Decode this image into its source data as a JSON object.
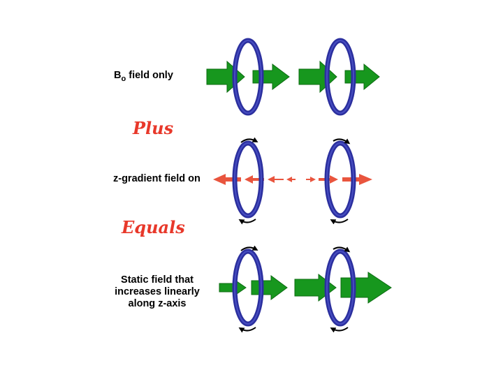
{
  "rows": [
    {
      "label_main": "B",
      "label_sub": "o",
      "label_rest": " field only"
    },
    {
      "label": "z-gradient field on"
    },
    {
      "lines": [
        "Static field that",
        "increases linearly",
        "along z-axis"
      ]
    }
  ],
  "connectors": {
    "plus": "Plus",
    "equals": "Equals"
  },
  "colors": {
    "coil": "#2b2f9e",
    "coil_highlight": "#5a62d8",
    "field_arrow": "#17971e",
    "gradient_arrow": "#e9553e",
    "current_arrow": "#000000",
    "connector_text": "#e8382a"
  }
}
